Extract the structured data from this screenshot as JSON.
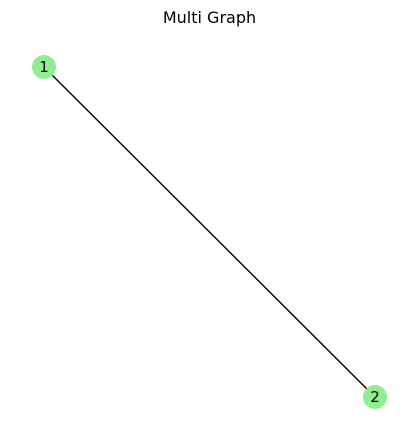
{
  "title": "Multi Graph",
  "graph": {
    "node_color": "#90ee90",
    "edge_color": "#000000",
    "nodes": [
      {
        "id": "1",
        "label": "1"
      },
      {
        "id": "2",
        "label": "2"
      }
    ],
    "edges": [
      {
        "source": "1",
        "target": "2"
      }
    ]
  }
}
